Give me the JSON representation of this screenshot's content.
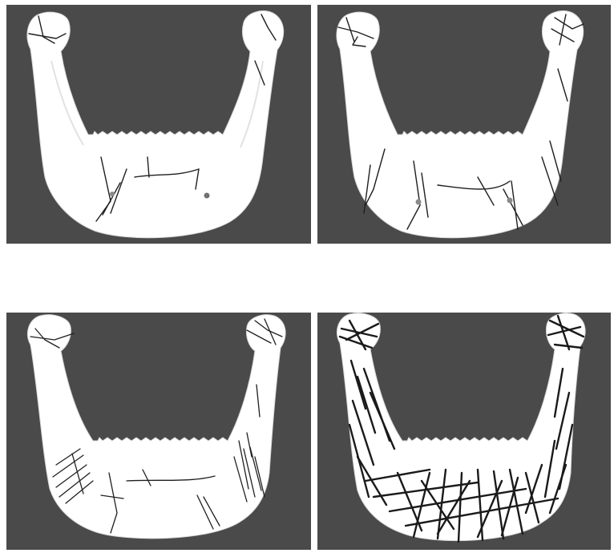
{
  "figure": {
    "background_color": "#4a4a4a",
    "bone_color": "#ffffff",
    "crack_color": "#1f1f1f",
    "panels": [
      {
        "id": "panel-1",
        "crack_density": "sparse"
      },
      {
        "id": "panel-2",
        "crack_density": "light"
      },
      {
        "id": "panel-3",
        "crack_density": "moderate"
      },
      {
        "id": "panel-4",
        "crack_density": "dense"
      }
    ]
  }
}
